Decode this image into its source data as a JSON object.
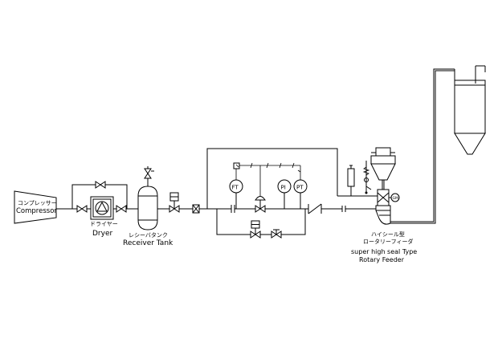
{
  "labels": {
    "compressor_jp": "コンプレッサー",
    "compressor_en": "Compressor",
    "dryer_jp": "ドライヤー",
    "dryer_en": "Dryer",
    "receiver_jp": "レシーバタンク",
    "receiver_en": "Receiver Tank",
    "feeder_jp_1": "ハイシール型",
    "feeder_jp_2": "ロータリーフィーダ",
    "feeder_en_1": "super high seal Type",
    "feeder_en_2": "Rotary Feeder"
  },
  "instruments": {
    "ft": "FT",
    "pi": "PI",
    "pt": "PT",
    "gm": "GM"
  }
}
